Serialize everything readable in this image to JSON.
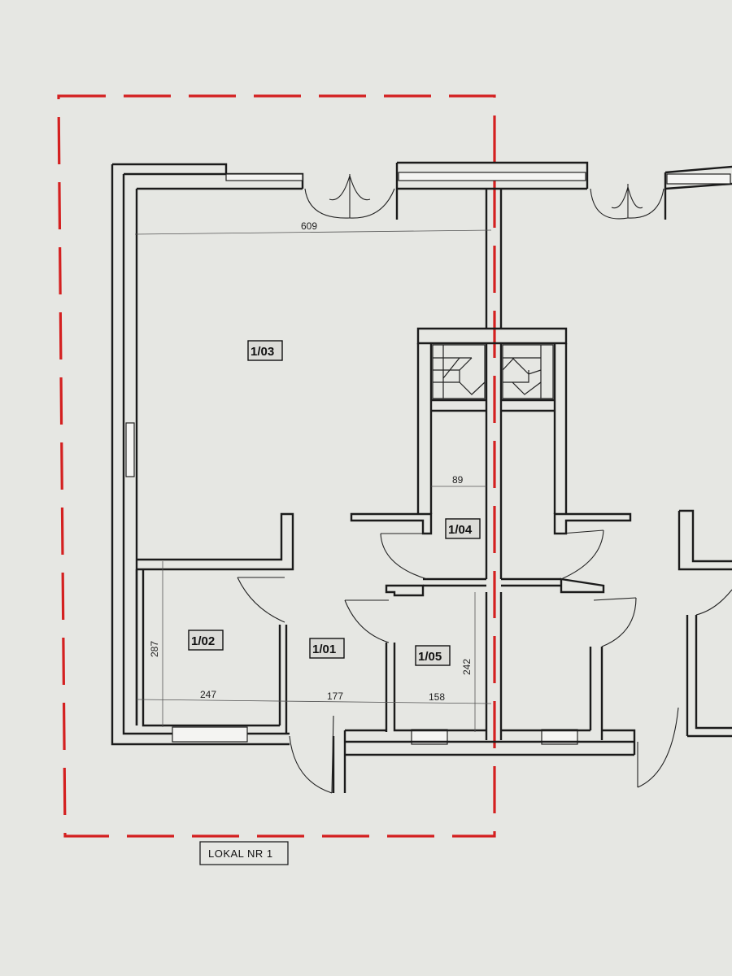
{
  "plan": {
    "boundary_color": "#d42020",
    "rooms": {
      "r103": "1/03",
      "r102": "1/02",
      "r101": "1/01",
      "r104": "1/04",
      "r105": "1/05"
    },
    "dimensions": {
      "d609": "609",
      "d89": "89",
      "d287": "287",
      "d247": "247",
      "d177": "177",
      "d158": "158",
      "d242": "242"
    },
    "caption": "LOKAL NR 1"
  }
}
